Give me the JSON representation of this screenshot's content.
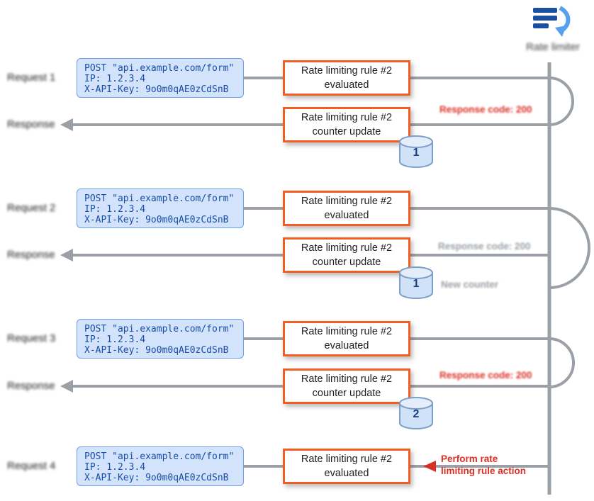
{
  "header": {
    "icon": "rate-limiter-icon",
    "caption": "Rate limiter"
  },
  "rows": [
    {
      "kind": "request",
      "label": "Request 1",
      "request": {
        "line1": "POST \"api.example.com/form\"",
        "line2": "IP: 1.2.3.4",
        "line3": "X-API-Key: 9o0m0qAE0zCdSnB"
      },
      "rule_box": {
        "line1": "Rate limiting rule #2",
        "line2": "evaluated"
      }
    },
    {
      "kind": "response",
      "label": "Response",
      "rule_box": {
        "line1": "Rate limiting rule #2",
        "line2": "counter update"
      },
      "counter": "1",
      "note": "Response code: 200"
    },
    {
      "kind": "request",
      "label": "Request 2",
      "request": {
        "line1": "POST \"api.example.com/form\"",
        "line2": "IP: 1.2.3.4",
        "line3": "X-API-Key: 9o0m0qAE0zCdSnB"
      },
      "rule_box": {
        "line1": "Rate limiting rule #2",
        "line2": "evaluated"
      }
    },
    {
      "kind": "response",
      "label": "Response",
      "rule_box": {
        "line1": "Rate limiting rule #2",
        "line2": "counter update"
      },
      "counter": "1",
      "note": "Response code: 200",
      "note2": "New counter"
    },
    {
      "kind": "request",
      "label": "Request 3",
      "request": {
        "line1": "POST \"api.example.com/form\"",
        "line2": "IP: 1.2.3.4",
        "line3": "X-API-Key: 9o0m0qAE0zCdSnB"
      },
      "rule_box": {
        "line1": "Rate limiting rule #2",
        "line2": "evaluated"
      }
    },
    {
      "kind": "response",
      "label": "Response",
      "rule_box": {
        "line1": "Rate limiting rule #2",
        "line2": "counter update"
      },
      "counter": "2",
      "note": "Response code: 200"
    },
    {
      "kind": "request",
      "label": "Request 4",
      "request": {
        "line1": "POST \"api.example.com/form\"",
        "line2": "IP: 1.2.3.4",
        "line3": "X-API-Key: 9o0m0qAE0zCdSnB"
      },
      "rule_box": {
        "line1": "Rate limiting rule #2",
        "line2": "evaluated"
      },
      "action_note": {
        "line1": "Perform rate",
        "line2": "limiting rule action"
      }
    }
  ],
  "colors": {
    "rule_box_border": "#f15d22",
    "request_box_fill": "#d3e3fc",
    "request_box_border": "#6c9eeb",
    "request_text": "#174ea6",
    "connector_gray": "#9aa0a6",
    "note_red": "#d93025",
    "note_gray": "#9aa0a6",
    "counter_fill": "#cfe2f7",
    "icon_dark_blue": "#1b4fa0",
    "icon_light_blue": "#57a0ee"
  }
}
